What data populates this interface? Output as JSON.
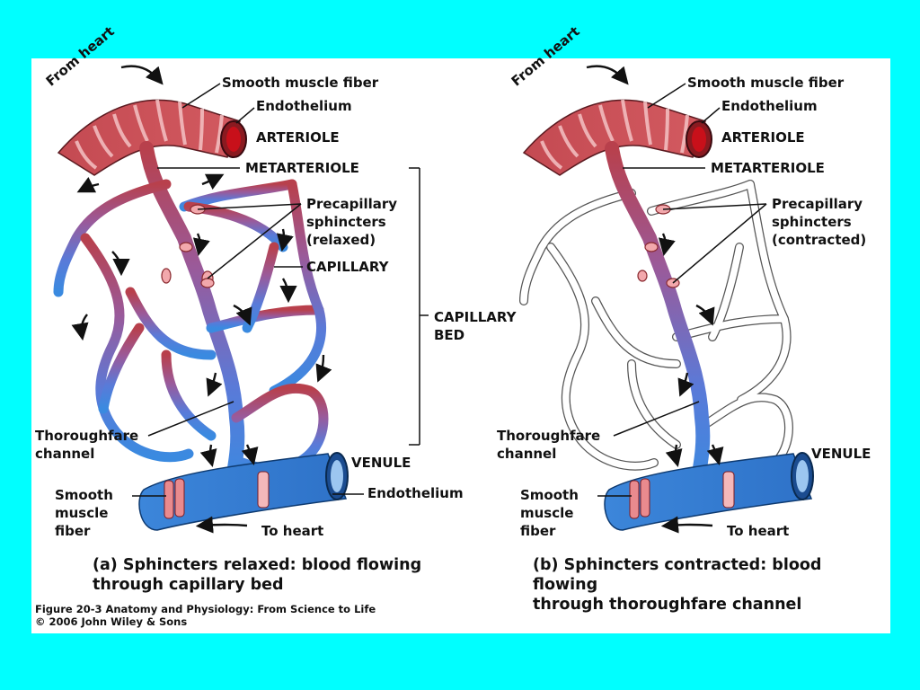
{
  "colors": {
    "background": "#00FFFF",
    "panel": "#FFFFFF",
    "artery": "#C0404A",
    "artery_light": "#E98A8E",
    "capillary_mid": "#8A5AA8",
    "venous": "#3A8AE0",
    "outline": "#222222"
  },
  "diagram": {
    "a": {
      "from_heart": "From heart",
      "smooth_muscle_fiber_top": "Smooth muscle fiber",
      "endothelium_top": "Endothelium",
      "arteriole": "ARTERIOLE",
      "metarteriole": "METARTERIOLE",
      "precapillary": "Precapillary\nsphincters\n(relaxed)",
      "capillary": "CAPILLARY",
      "capillary_bed": "CAPILLARY\nBED",
      "thoroughfare": "Thoroughfare\nchannel",
      "venule": "VENULE",
      "smooth_muscle_fiber_bottom": "Smooth\nmuscle\nfiber",
      "endothelium_bottom": "Endothelium",
      "to_heart": "To heart",
      "caption": "(a) Sphincters relaxed: blood flowing\n      through capillary bed"
    },
    "b": {
      "from_heart": "From heart",
      "smooth_muscle_fiber_top": "Smooth muscle fiber",
      "endothelium_top": "Endothelium",
      "arteriole": "ARTERIOLE",
      "metarteriole": "METARTERIOLE",
      "precapillary": "Precapillary\nsphincters\n(contracted)",
      "thoroughfare": "Thoroughfare\nchannel",
      "venule": "VENULE",
      "smooth_muscle_fiber_bottom": "Smooth\nmuscle\nfiber",
      "to_heart": "To heart",
      "caption": "(b) Sphincters contracted: blood flowing\n      through thoroughfare channel"
    },
    "credit": "Figure 20-3  Anatomy and Physiology: From Science to Life\n© 2006 John Wiley & Sons"
  }
}
